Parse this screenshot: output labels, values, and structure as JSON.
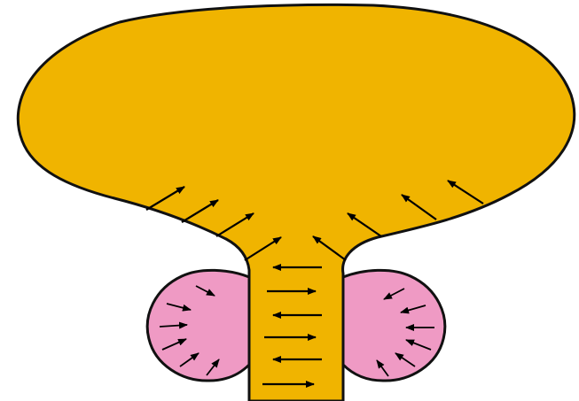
{
  "diagram": {
    "labels": [],
    "colors": {
      "background": "#ffffff",
      "bladder_fill": "#f0b400",
      "sphere_fill": "#ef9ac4",
      "outline": "#111111",
      "arrow": "#000000"
    },
    "components": {
      "upper_body": "bladder",
      "lower_tube": "urethra",
      "side_lobes": [
        "left-prostate-lobe",
        "right-prostate-lobe"
      ]
    }
  }
}
